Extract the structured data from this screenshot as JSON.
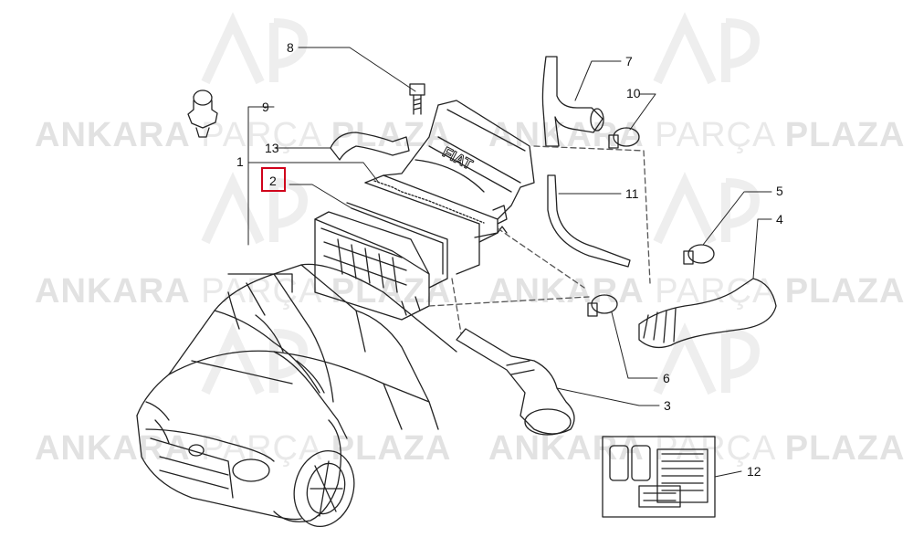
{
  "watermark": {
    "word1": "ANKARA",
    "word2": "PARÇA",
    "word3": "PLAZA"
  },
  "callouts": [
    "1",
    "2",
    "3",
    "4",
    "5",
    "6",
    "7",
    "8",
    "9",
    "10",
    "11",
    "12",
    "13"
  ],
  "highlighted_callout": "2",
  "colors": {
    "highlight": "#d0021b",
    "line": "#222222",
    "watermark": "#e2e2e2"
  }
}
